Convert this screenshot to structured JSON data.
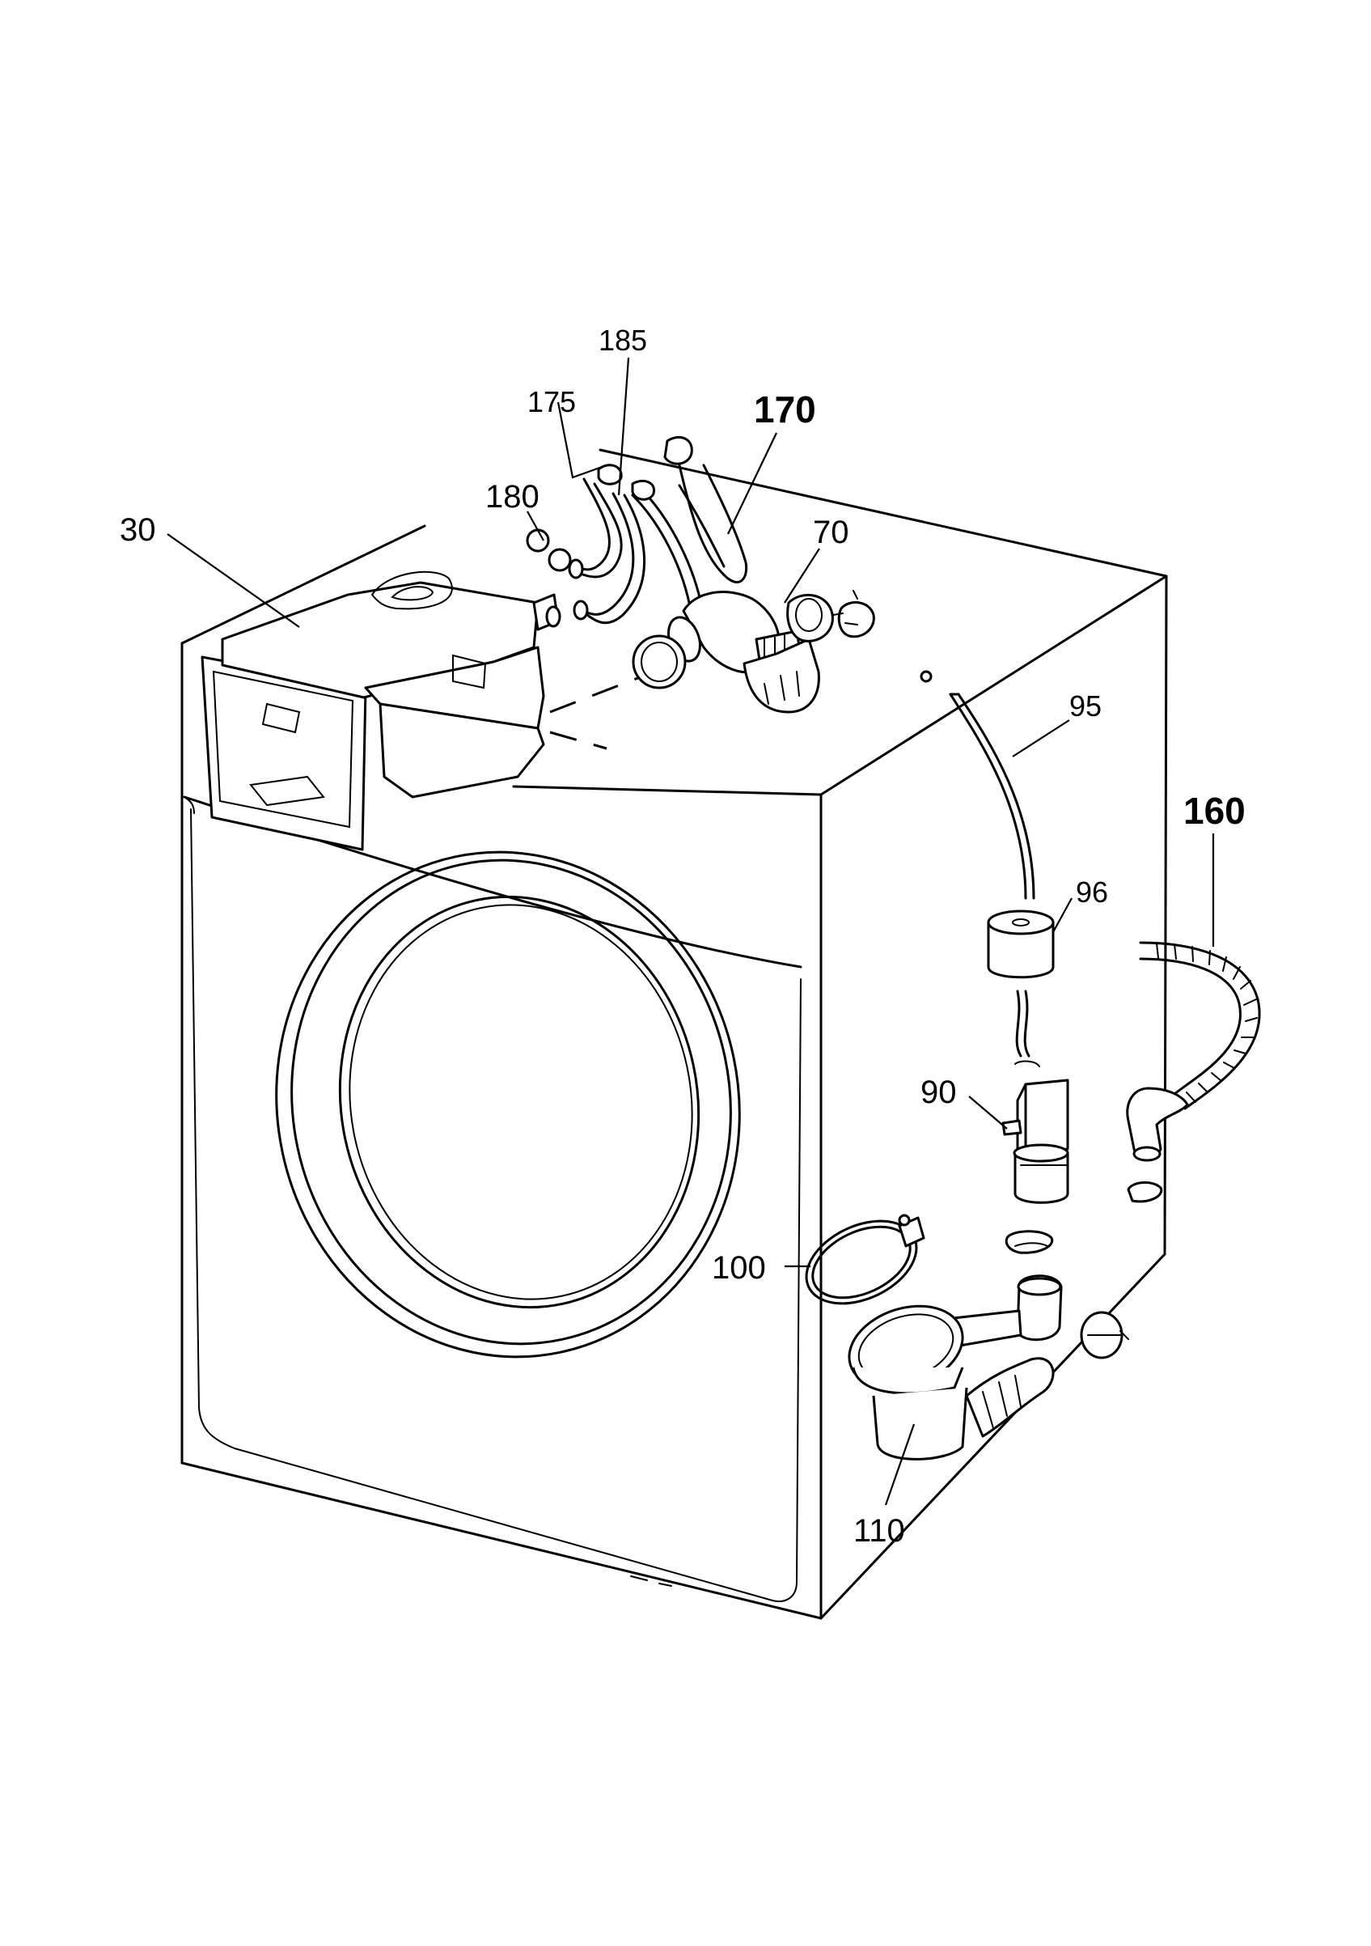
{
  "labels": {
    "l30": "30",
    "l175": "175",
    "l185": "185",
    "l170": "170",
    "l180": "180",
    "l70": "70",
    "l95": "95",
    "l96": "96",
    "l160": "160",
    "l90": "90",
    "l100": "100",
    "l110": "110"
  },
  "colors": {
    "line": "#000000",
    "background": "#ffffff"
  }
}
